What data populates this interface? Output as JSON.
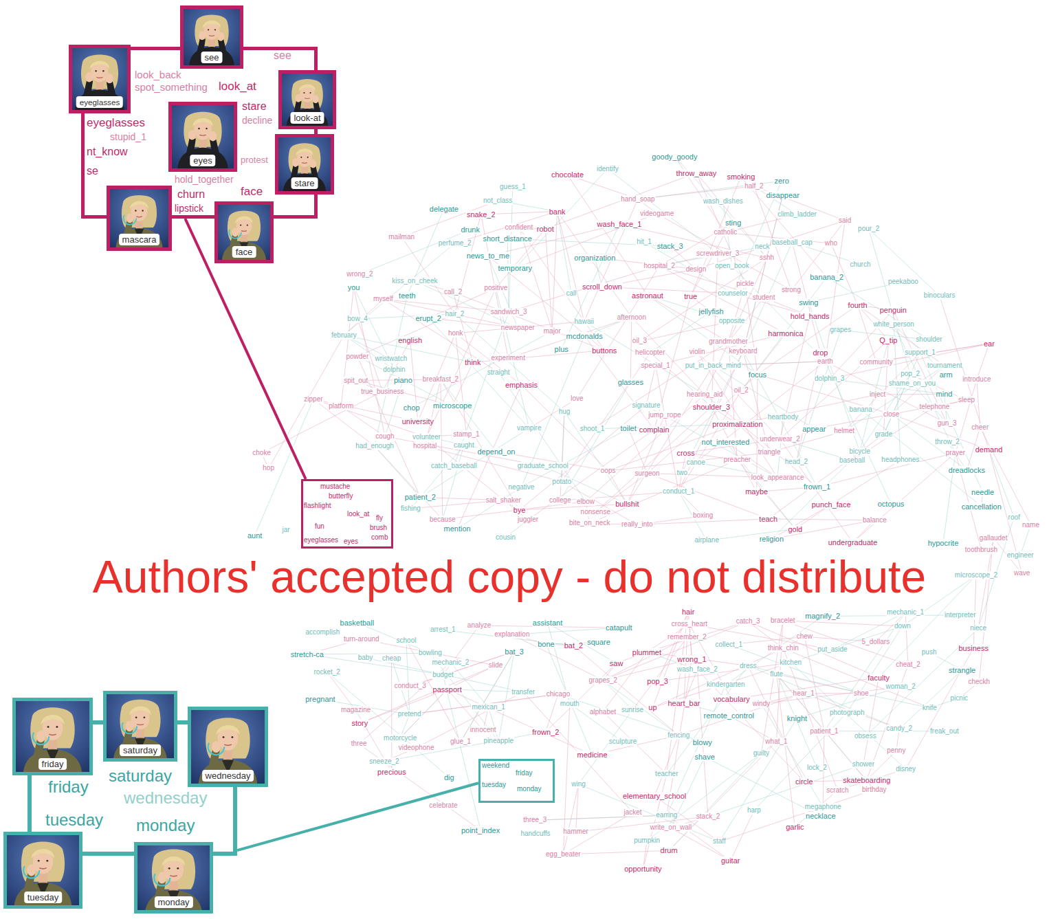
{
  "diagram": {
    "nodes": [
      {
        "text": [
          "look_back",
          "spot_something",
          "look_at",
          "stare",
          "decline",
          "see",
          "eyeglasses",
          "stupid_1",
          "nt_know",
          "se",
          "protest",
          "hold_together",
          "churn",
          "face",
          "lipstick"
        ]
      },
      {
        "text": [
          "see"
        ],
        "in": 0
      },
      {
        "text": [
          "eyeglasses"
        ],
        "in": 0
      },
      {
        "text": [
          "look-at"
        ],
        "in": 0
      },
      {
        "text": [
          "eyes"
        ],
        "in": 0
      },
      {
        "text": [
          "stare"
        ],
        "in": 0
      },
      {
        "text": [
          "mascara"
        ],
        "in": 0
      },
      {
        "text": [
          "face"
        ],
        "in": 0
      },
      {
        "text": [
          "mustache",
          "butterfly",
          "flashlight",
          "look_at",
          "fly",
          "fun",
          "brush",
          "comb",
          "eyeglasses",
          "eyes"
        ]
      },
      {
        "text": [
          "friday",
          "saturday",
          "wednesday",
          "tuesday",
          "monday"
        ]
      },
      {
        "text": [
          "friday"
        ],
        "in": 9
      },
      {
        "text": [
          "saturday"
        ],
        "in": 9
      },
      {
        "text": [
          "wednesday"
        ],
        "in": 9
      },
      {
        "text": [
          "tuesday"
        ],
        "in": 9
      },
      {
        "text": [
          "monday"
        ],
        "in": 9
      },
      {
        "text": [
          "weekend",
          "friday",
          "tuesday",
          "monday"
        ]
      }
    ],
    "edges": [
      {
        "from": 0,
        "to": 8,
        "arrow": "none"
      },
      {
        "from": 9,
        "to": 15,
        "arrow": "none"
      }
    ],
    "labels": [
      "proximalization",
      "transfer",
      "oil_2",
      "banana_2",
      "oil_3",
      "rocket_2",
      "fourth",
      "banana",
      "checkh",
      "blowy",
      "three_3",
      "dolphin_3",
      "astronaut",
      "collect_1",
      "celebrate",
      "frown_1",
      "positive",
      "not_class",
      "precious",
      "dolphin",
      "conduct_3",
      "plus",
      "nonsense",
      "straight",
      "bullshit",
      "conduct_1",
      "confident",
      "strangle",
      "innocent",
      "head_2",
      "drum",
      "guilty",
      "cheer",
      "hypocrite",
      "preacher",
      "heartbody",
      "true",
      "pretend",
      "cheat_2",
      "toilet",
      "cross_heart",
      "pour_2",
      "gold",
      "hair_2",
      "remember_2",
      "appear",
      "who",
      "negative",
      "wrong_1",
      "shame_on_you",
      "said",
      "goody_goody",
      "shoe",
      "opposite",
      "think",
      "obsess",
      "introduce",
      "disappear",
      "true_business",
      "freak_out",
      "frown_2",
      "identify",
      "oops",
      "not_interested",
      "juggler",
      "niece",
      "plummet",
      "signature",
      "call_2",
      "depend_on",
      "wrong_2",
      "support_1",
      "demand",
      "cousin",
      "grapes_2",
      "mention",
      "name",
      "grapes",
      "passport",
      "picnic",
      "spit_out",
      "cancellation",
      "think_chin",
      "guess_1",
      "elementary_school",
      "kindergarten",
      "salt_shaker",
      "remote_control",
      "powder",
      "grade",
      "university",
      "graduate_school",
      "college",
      "drunk",
      "stamp_1",
      "hit_1",
      "punch_face",
      "interpreter",
      "design",
      "dreadlocks",
      "screwdriver_3",
      "hug",
      "heart_bar",
      "arrest_1",
      "5_dollars",
      "mind",
      "special_1",
      "school",
      "undergraduate",
      "accomplish",
      "love",
      "dig",
      "hammer",
      "down",
      "up",
      "kiss_on_cheek",
      "boxing",
      "focus",
      "major",
      "put_in_back_mind",
      "faculty",
      "staff",
      "analyze",
      "you",
      "community",
      "photograph",
      "business",
      "climb_ladder",
      "because",
      "organization",
      "look_appearance",
      "engineer",
      "vocabulary",
      "budget",
      "student",
      "news_to_me",
      "experiment",
      "airplane",
      "bye",
      "two",
      "three",
      "point_index",
      "zipper",
      "volunteer",
      "buttons",
      "put_aside",
      "keyboard",
      "stack_3",
      "stack_2",
      "roof",
      "drop",
      "cheap",
      "jump_rope",
      "microscope",
      "egg_beater",
      "wash_dishes",
      "cross",
      "push",
      "prayer",
      "swing",
      "what_1",
      "fishing",
      "maybe",
      "bicycle",
      "newspaper",
      "temporary",
      "magazine",
      "knife",
      "teach",
      "teacher",
      "catholic",
      "religion",
      "slide",
      "church",
      "saw",
      "dress",
      "penny",
      "bone",
      "honk",
      "baby",
      "snake_2",
      "bowling",
      "strong",
      "stretch-ca",
      "alphabet",
      "counselor",
      "english",
      "potato",
      "balance",
      "shave",
      "earth",
      "motorcycle",
      "scroll_down",
      "throw_2",
      "catch_3",
      "chop",
      "really_into",
      "february",
      "opportunity",
      "baseball_cap",
      "platform",
      "basketball",
      "videogame",
      "baseball",
      "bat_2",
      "kitchen",
      "mailman",
      "patient_2",
      "sshh",
      "jar",
      "hair",
      "canoe",
      "grandmother",
      "pregnant",
      "hop",
      "tournament",
      "throw_away",
      "catch_baseball",
      "glue_1",
      "bat_3",
      "telephone",
      "call",
      "chocolate",
      "had_enough",
      "underwear_2",
      "glasses",
      "gallaudet",
      "candy_2",
      "robot",
      "bow_4",
      "close",
      "zero",
      "wave",
      "peekaboo",
      "pop_3",
      "pop_2",
      "choke",
      "erupt_2",
      "sandwich_3",
      "pineapple",
      "smoking",
      "mouth",
      "chew",
      "piano",
      "violin",
      "harp",
      "guitar",
      "flute",
      "triangle",
      "square",
      "windy",
      "headphones",
      "hold_hands",
      "megaphone",
      "pickle",
      "mcdonalds",
      "breakfast_2",
      "mexican_1",
      "garlic",
      "caught",
      "hospital_2",
      "aunt",
      "hospital",
      "perfume_2",
      "harmonica",
      "woman_2",
      "patient_1",
      "teeth",
      "hand_soap",
      "wash_face_2",
      "wash_face_1",
      "sneeze_2",
      "toothbrush",
      "magnify_2",
      "myself",
      "microscope_2",
      "circle",
      "open_book",
      "turn-around",
      "catapult",
      "scratch",
      "pumpkin",
      "shoulder_3",
      "shoulder",
      "elbow",
      "arm",
      "helmet",
      "binoculars",
      "penguin",
      "wing",
      "half_2",
      "knight",
      "videophone",
      "handcuffs",
      "skateboarding",
      "earring",
      "hearing_aid",
      "necklace",
      "bracelet",
      "fencing",
      "medicine",
      "wristwatch",
      "surgeon",
      "assistant",
      "hear_1",
      "neck",
      "ear",
      "vampire",
      "inject",
      "needle",
      "cough",
      "mechanic_1",
      "complain",
      "mechanic_2",
      "bite_on_neck",
      "octopus",
      "write_on_wall",
      "hawaii",
      "bank",
      "white_person",
      "chicago",
      "delegate",
      "gun_3",
      "lock_2",
      "emphasis",
      "shoot_1",
      "jacket",
      "sting",
      "birthday",
      "disney",
      "Q_tip",
      "shower",
      "explanation",
      "short_distance",
      "afternoon",
      "sunrise",
      "story",
      "sculpture",
      "sleep",
      "jellyfish",
      "helicopter",
      "Authors' accepted copy - do not distribute"
    ]
  }
}
